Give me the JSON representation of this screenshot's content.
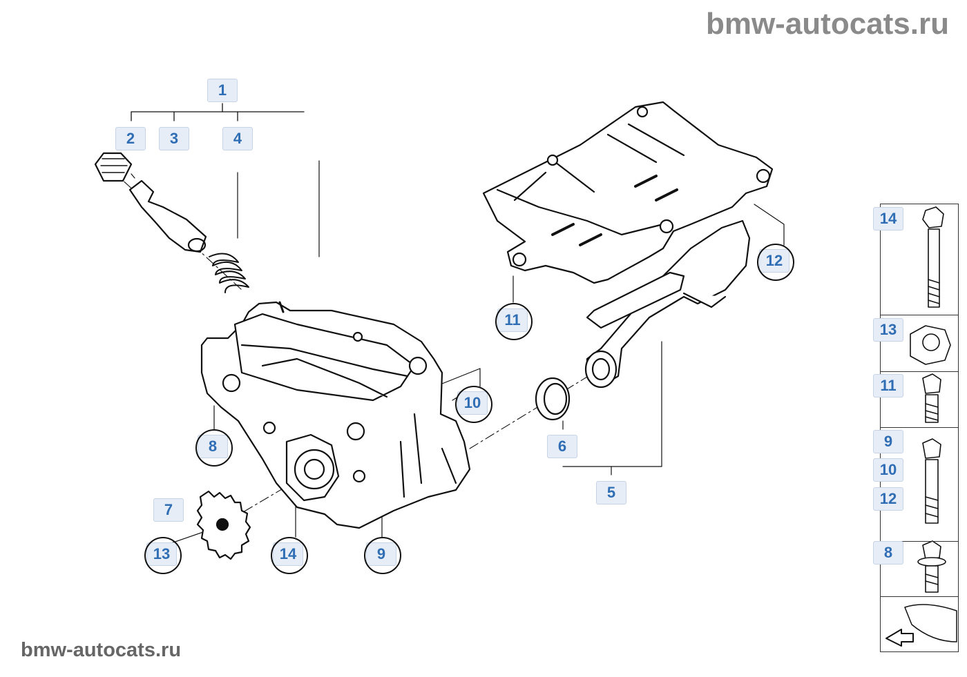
{
  "watermark": {
    "top": "bmw-autocats.ru",
    "bottom": "bmw-autocats.ru"
  },
  "callouts": {
    "c1": "1",
    "c2": "2",
    "c3": "3",
    "c4": "4",
    "c5": "5",
    "c6": "6",
    "c7": "7",
    "c8": "8",
    "c9": "9",
    "c10": "10",
    "c11": "11",
    "c12": "12",
    "c13": "13",
    "c14": "14"
  },
  "fastener_strip": {
    "rows": [
      {
        "labels": [
          "14"
        ],
        "part": "long-bolt"
      },
      {
        "labels": [
          "13"
        ],
        "part": "hex-nut"
      },
      {
        "labels": [
          "11"
        ],
        "part": "short-bolt"
      },
      {
        "labels": [
          "9",
          "10",
          "12"
        ],
        "part": "medium-bolt"
      },
      {
        "labels": [
          "8"
        ],
        "part": "collar-bolt"
      },
      {
        "labels": [],
        "part": "engine-location-thumbnail"
      }
    ]
  },
  "colors": {
    "callout_text": "#2f6db5",
    "callout_bg": "#e6edf6",
    "line": "#111111",
    "watermark": "#8a8a8a"
  }
}
